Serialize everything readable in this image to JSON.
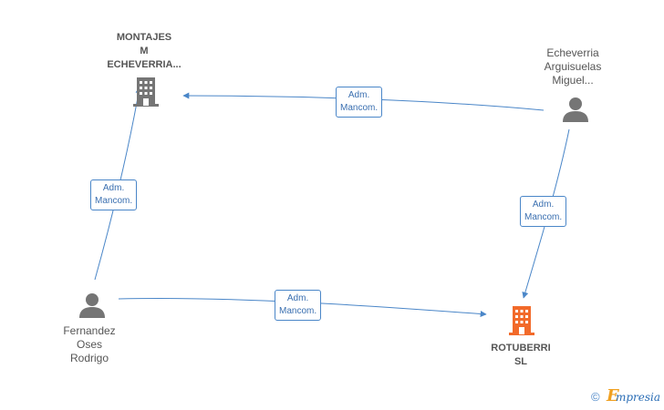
{
  "nodes": {
    "montajes": {
      "lines": [
        "MONTAJES",
        "M",
        "ECHEVERRIA..."
      ],
      "type": "company",
      "icon": "building-icon",
      "color": "#757575"
    },
    "echeverria": {
      "lines": [
        "Echeverria",
        "Arguisuelas",
        "Miguel..."
      ],
      "type": "person",
      "icon": "person-icon",
      "color": "#757575"
    },
    "fernandez": {
      "lines": [
        "Fernandez",
        "Oses",
        "Rodrigo"
      ],
      "type": "person",
      "icon": "person-icon",
      "color": "#757575"
    },
    "rotuberri": {
      "lines": [
        "ROTUBERRI",
        "SL"
      ],
      "type": "company",
      "icon": "building-icon",
      "color": "#f26a2a"
    }
  },
  "edges": [
    {
      "from": "echeverria",
      "to": "montajes",
      "label": [
        "Adm.",
        "Mancom."
      ]
    },
    {
      "from": "fernandez",
      "to": "montajes",
      "label": [
        "Adm.",
        "Mancom."
      ]
    },
    {
      "from": "echeverria",
      "to": "rotuberri",
      "label": [
        "Adm.",
        "Mancom."
      ]
    },
    {
      "from": "fernandez",
      "to": "rotuberri",
      "label": [
        "Adm.",
        "Mancom."
      ]
    }
  ],
  "edge_color": "#4a86c8",
  "footer": {
    "copyright": "©",
    "brand_initial": "E",
    "brand_rest": "mpresia"
  }
}
